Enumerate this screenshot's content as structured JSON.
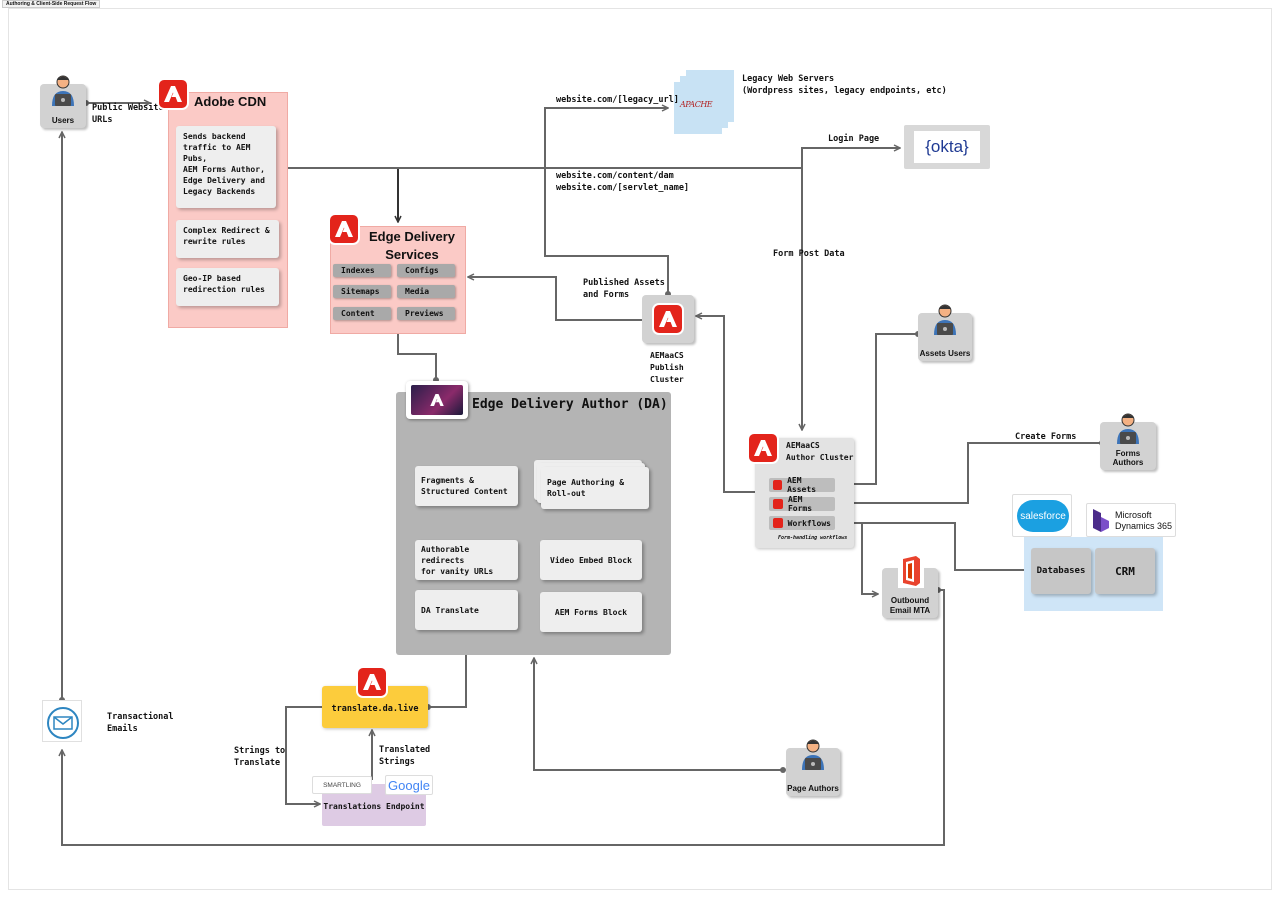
{
  "tab_label": "Authoring & Client-Side Request Flow",
  "users": {
    "users": "Users",
    "assets_users": "Assets Users",
    "forms_authors": "Forms Authors",
    "page_authors": "Page Authors"
  },
  "cdn": {
    "title": "Adobe CDN",
    "notes": [
      "Sends backend\ntraffic to AEM Pubs,\nAEM Forms Author,\nEdge Delivery and\nLegacy Backends",
      "Complex Redirect &\nrewrite rules",
      "Geo-IP based\nredirection rules"
    ]
  },
  "eds": {
    "title": "Edge Delivery\nServices",
    "chips": [
      "Indexes",
      "Configs",
      "Sitemaps",
      "Media",
      "Content",
      "Previews"
    ]
  },
  "da": {
    "title": "Edge Delivery Author (DA)",
    "cards": {
      "fragments": "Fragments &\nStructured Content",
      "page_authoring": "Page Authoring &\nRoll-out",
      "redirects": "Authorable redirects\nfor vanity URLs",
      "video": "Video Embed Block",
      "translate": "DA Translate",
      "forms_block": "AEM Forms Block"
    }
  },
  "publish": "AEMaaCS\nPublish\nCluster",
  "author": {
    "title": "AEMaaCS\nAuthor Cluster",
    "items": [
      "AEM Assets",
      "AEM Forms",
      "Workflows"
    ],
    "caption": "Form-handling workflows"
  },
  "legacy": {
    "label": "Legacy Web Servers\n(Wordpress sites, legacy endpoints, etc)",
    "logo": "APACHE"
  },
  "okta": "{okta}",
  "email": {
    "label": "Outbound\nEmail MTA",
    "transactional": "Transactional\nEmails"
  },
  "backend": {
    "salesforce": "salesforce",
    "ms_line1": "Microsoft",
    "ms_line2": "Dynamics 365",
    "databases": "Databases",
    "crm": "CRM"
  },
  "translate_live": "translate.da.live",
  "translations_endpoint": "Translations Endpoint",
  "smartling": "SMARTLING",
  "google": "Google",
  "labels": {
    "public_urls": "Public Website\nURLs",
    "legacy_url": "website.com/[legacy_url]",
    "content_dam": "website.com/content/dam\nwebsite.com/[servlet_name]",
    "login_page": "Login Page",
    "form_post": "Form Post Data",
    "published_assets": "Published Assets\nand Forms",
    "create_forms": "Create Forms",
    "strings_to_translate": "Strings to\nTranslate",
    "translated_strings": "Translated\nStrings"
  },
  "colors": {
    "adobe_red": "#e3241b",
    "cdn_pink": "#fbcac6",
    "da_gray": "#b4b4b4",
    "translate_yellow": "#fccc3c",
    "endpoint_purple": "#decbe4",
    "backend_blue": "#cfe5f7",
    "wire": "#666666"
  }
}
